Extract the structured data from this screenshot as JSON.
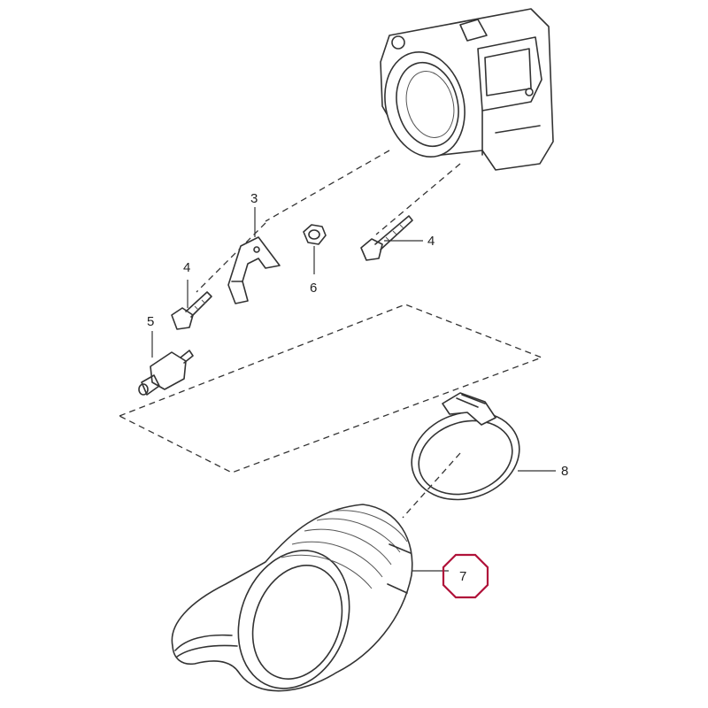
{
  "callouts": {
    "bracket": "3",
    "bolt_throttle": "4",
    "bolt_bracket": "4",
    "sensor": "5",
    "nut": "6",
    "hose": "7",
    "clamp": "8"
  },
  "highlight_color": "#b0123a"
}
